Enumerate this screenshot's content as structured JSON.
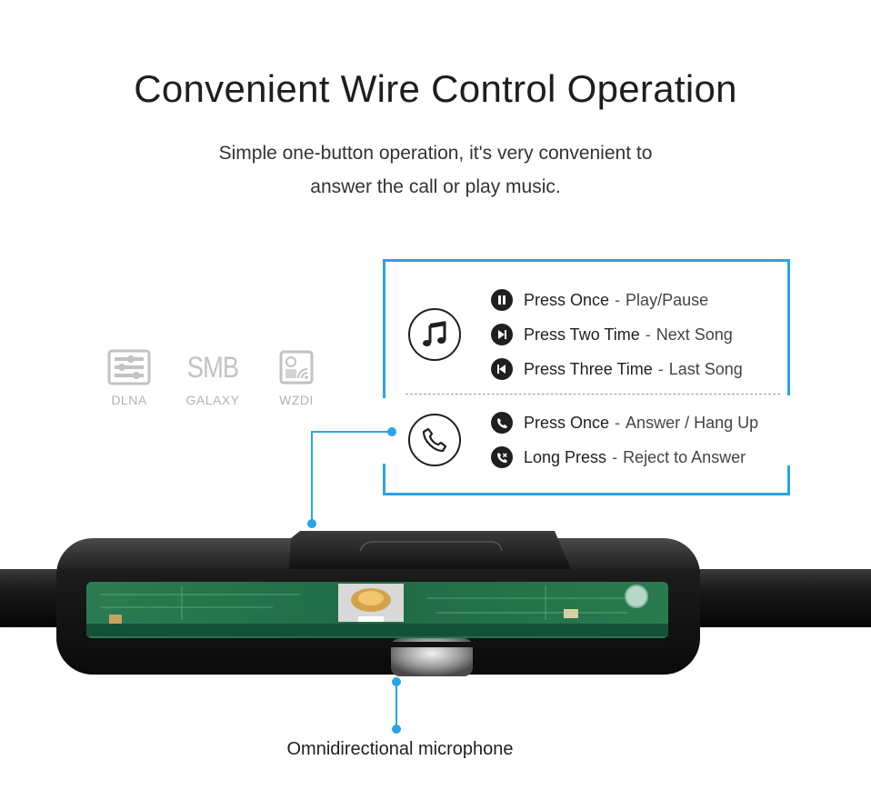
{
  "title": "Convenient Wire Control Operation",
  "subtitle": {
    "line1": "Simple one-button operation, it's very convenient to",
    "line2": "answer the call or play music."
  },
  "logos": [
    {
      "label": "DLNA",
      "icon": "dlna-icon"
    },
    {
      "label": "GALAXY",
      "mark": "SMB",
      "icon": "smb-logo"
    },
    {
      "label": "WZDI",
      "icon": "wzdi-icon"
    }
  ],
  "music_controls": {
    "icon": "music-note-icon",
    "items": [
      {
        "key": "Press Once",
        "sep": "-",
        "desc": "Play/Pause",
        "icon": "play-pause-icon"
      },
      {
        "key": "Press Two Time",
        "sep": "-",
        "desc": "Next Song",
        "icon": "next-track-icon"
      },
      {
        "key": "Press Three Time",
        "sep": "-",
        "desc": "Last Song",
        "icon": "previous-track-icon"
      }
    ]
  },
  "call_controls": {
    "icon": "phone-icon",
    "items": [
      {
        "key": "Press Once",
        "sep": "-",
        "desc": "Answer / Hang Up",
        "icon": "phone-answer-icon"
      },
      {
        "key": "Long Press",
        "sep": "-",
        "desc": "Reject to Answer",
        "icon": "phone-reject-icon"
      }
    ]
  },
  "microphone_label": "Omnidirectional microphone",
  "colors": {
    "accent": "#2aa4e6",
    "dark": "#1f1f1f",
    "logo_gray": "#c2c2c2",
    "pcb_green": "#1f6b45"
  }
}
